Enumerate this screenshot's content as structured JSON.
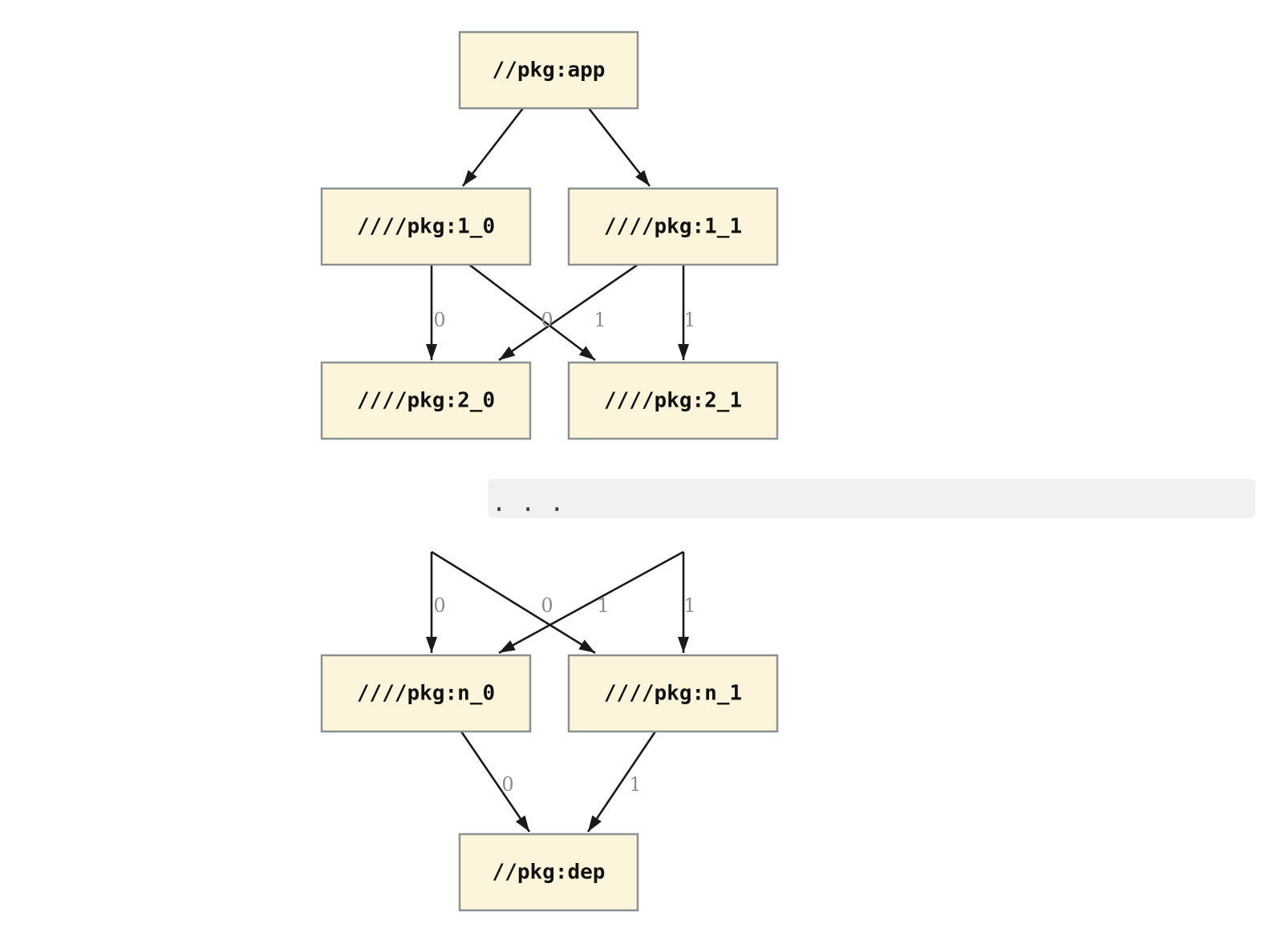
{
  "nodes": {
    "app": {
      "label": "//pkg:app"
    },
    "n1_0": {
      "label": "////pkg:1_0"
    },
    "n1_1": {
      "label": "////pkg:1_1"
    },
    "n2_0": {
      "label": "////pkg:2_0"
    },
    "n2_1": {
      "label": "////pkg:2_1"
    },
    "nn_0": {
      "label": "////pkg:n_0"
    },
    "nn_1": {
      "label": "////pkg:n_1"
    },
    "dep": {
      "label": "//pkg:dep"
    }
  },
  "edge_labels": {
    "row_1_to_2": [
      "0",
      "0",
      "1",
      "1"
    ],
    "row_dots_to_n": [
      "0",
      "0",
      "1",
      "1"
    ],
    "row_n_to_dep": [
      "0",
      "1"
    ]
  },
  "ellipsis": {
    "text": ". . ."
  },
  "colors": {
    "node_fill": "#fcf5dc",
    "node_border": "#8a9190",
    "edge": "#1a1a1a",
    "edge_label": "#8c8c8c",
    "ellipsis_bg": "#f1f1f1",
    "ellipsis_text": "#3a3a3a",
    "node_text": "#111111",
    "page_bg": "#ffffff"
  }
}
